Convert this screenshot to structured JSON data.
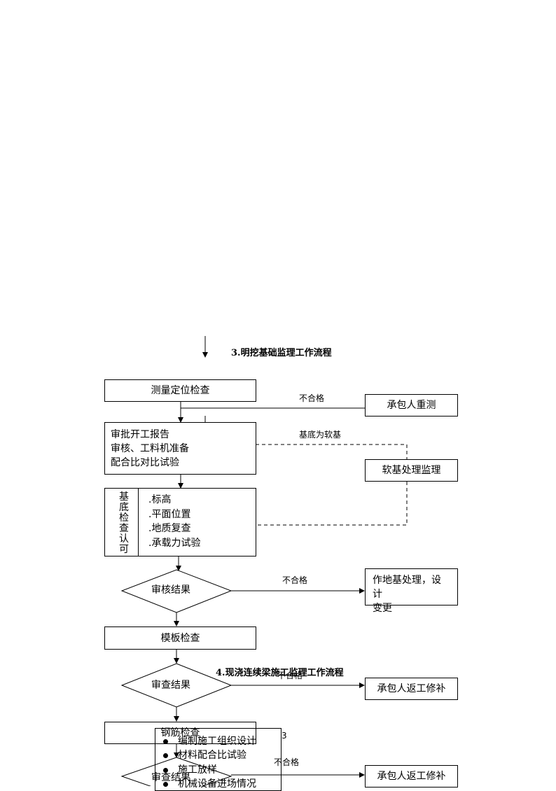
{
  "section_title_3": "3.明挖基础监理工作流程",
  "section_title_4": "4.现浇连续梁施工监理工作流程",
  "page_number": "3",
  "nodes": {
    "survey_check": "测量定位检查",
    "approve_start": [
      "审批开工报告",
      "审核、工料机准备",
      "配合比对比试验"
    ],
    "base_check_label": "基底检查认可",
    "base_check_items": [
      ".标高",
      ".平面位置",
      ".地质复查",
      ".承载力试验"
    ],
    "review_result_1": "审核结果",
    "formwork_check": "模板检查",
    "review_result_2": "审查结果",
    "rebar_check": "钢筋检查",
    "review_result_3": "审查结果",
    "contractor_resurvey": "承包人重测",
    "soft_base_supervision": "软基处理监理",
    "foundation_treatment": [
      "作地基处理，设计",
      "变更"
    ],
    "contractor_repair_1": "承包人返工修补",
    "contractor_repair_2": "承包人返工修补"
  },
  "edge_labels": {
    "unqualified_1": "不合格",
    "soft_base": "基底为软基",
    "unqualified_2": "不合格",
    "unqualified_3": "不合格",
    "unqualified_4": "不合格"
  },
  "list_items": [
    "编制施工组织设计",
    "材料配合比试验",
    "施工放样",
    "机械设备进场情况"
  ]
}
